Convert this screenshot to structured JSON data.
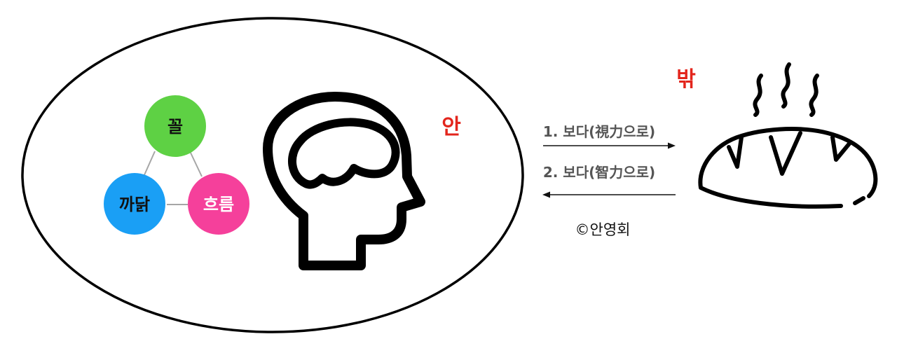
{
  "inside": {
    "label": "안",
    "label_color": "#e3251c",
    "triad": {
      "top": {
        "label": "꼴",
        "color": "#5ed144"
      },
      "left": {
        "label": "까닭",
        "color": "#1a9ff5"
      },
      "right": {
        "label": "흐름",
        "color": "#f5409b"
      },
      "link_color": "#a6a6a6"
    },
    "head_icon": "head-brain-icon"
  },
  "outside": {
    "label": "밖",
    "label_color": "#e3251c",
    "object_icon": "steaming-bread-icon"
  },
  "arrows": [
    {
      "label": "1. 보다(視力으로)",
      "direction": "right"
    },
    {
      "label": "2. 보다(智力으로)",
      "direction": "left"
    }
  ],
  "arrow_text_color": "#555555",
  "copyright": "©안영회"
}
